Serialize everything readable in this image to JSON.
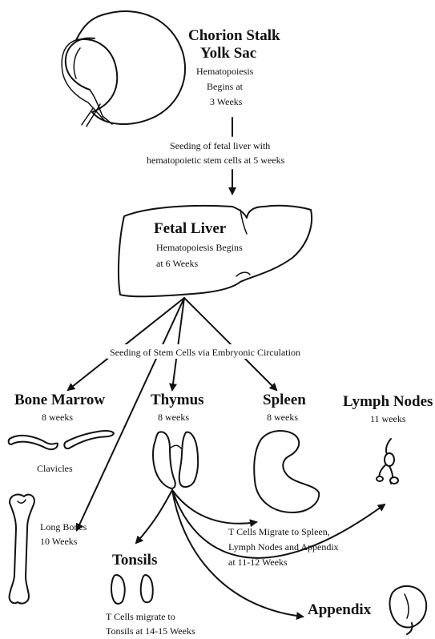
{
  "yolk_sac": {
    "title_line1": "Chorion Stalk",
    "title_line2": "Yolk Sac",
    "desc_line1": "Hematopoiesis",
    "desc_line2": "Begins at",
    "desc_line3": "3 Weeks"
  },
  "liver_seeding": {
    "line1": "Seeding of fetal liver with",
    "line2": "hematopoietic stem cells at 5 weeks"
  },
  "fetal_liver": {
    "title": "Fetal Liver",
    "desc_line1": "Hematopoiesis Begins",
    "desc_line2": "at 6 Weeks"
  },
  "circulation_label": "Seeding of Stem Cells via Embryonic Circulation",
  "bone_marrow": {
    "title": "Bone Marrow",
    "weeks": "8 weeks",
    "clavicles": "Clavicles",
    "long_bones_line1": "Long Bones",
    "long_bones_line2": "10 Weeks"
  },
  "thymus": {
    "title": "Thymus",
    "weeks": "8 weeks"
  },
  "spleen": {
    "title": "Spleen",
    "weeks": "8 weeks"
  },
  "lymph_nodes": {
    "title": "Lymph Nodes",
    "weeks": "11 weeks"
  },
  "t_cell_migration": {
    "line1": "T Cells Migrate to Spleen,",
    "line2": "Lymph Nodes and Appendix",
    "line3": "at 11-12 Weeks"
  },
  "tonsils": {
    "title": "Tonsils",
    "desc_line1": "T Cells migrate to",
    "desc_line2": "Tonsils at 14-15 Weeks"
  },
  "appendix": {
    "title": "Appendix"
  }
}
